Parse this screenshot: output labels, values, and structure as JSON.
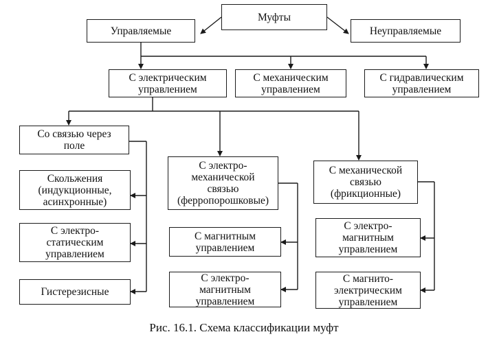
{
  "diagram": {
    "root": "Муфты",
    "controlled": "Управляемые",
    "uncontrolled": "Неуправляемые",
    "control_types": {
      "electric": "С электрическим\nуправлением",
      "mechanical": "С механическим\nуправлением",
      "hydraulic": "С гидравлическим\nуправлением"
    },
    "field_group": {
      "title": "Со связью через\nполе",
      "items": [
        "Скольжения\n(индукционные,\nасинхронные)",
        "С электро-\nстатическим\nуправлением",
        "Гистерезисные"
      ]
    },
    "electromech_group": {
      "title": "С электро-\nмеханической\nсвязью\n(ферропорошковые)",
      "items": [
        "С магнитным\nуправлением",
        "С электро-\nмагнитным\nуправлением"
      ]
    },
    "mech_group": {
      "title": "С механической\nсвязью\n(фрикционные)",
      "items": [
        "С электро-\nмагнитным\nуправлением",
        "С магнито-\nэлектрическим\nуправлением"
      ]
    }
  },
  "caption": "Рис. 16.1. Схема классификации муфт"
}
